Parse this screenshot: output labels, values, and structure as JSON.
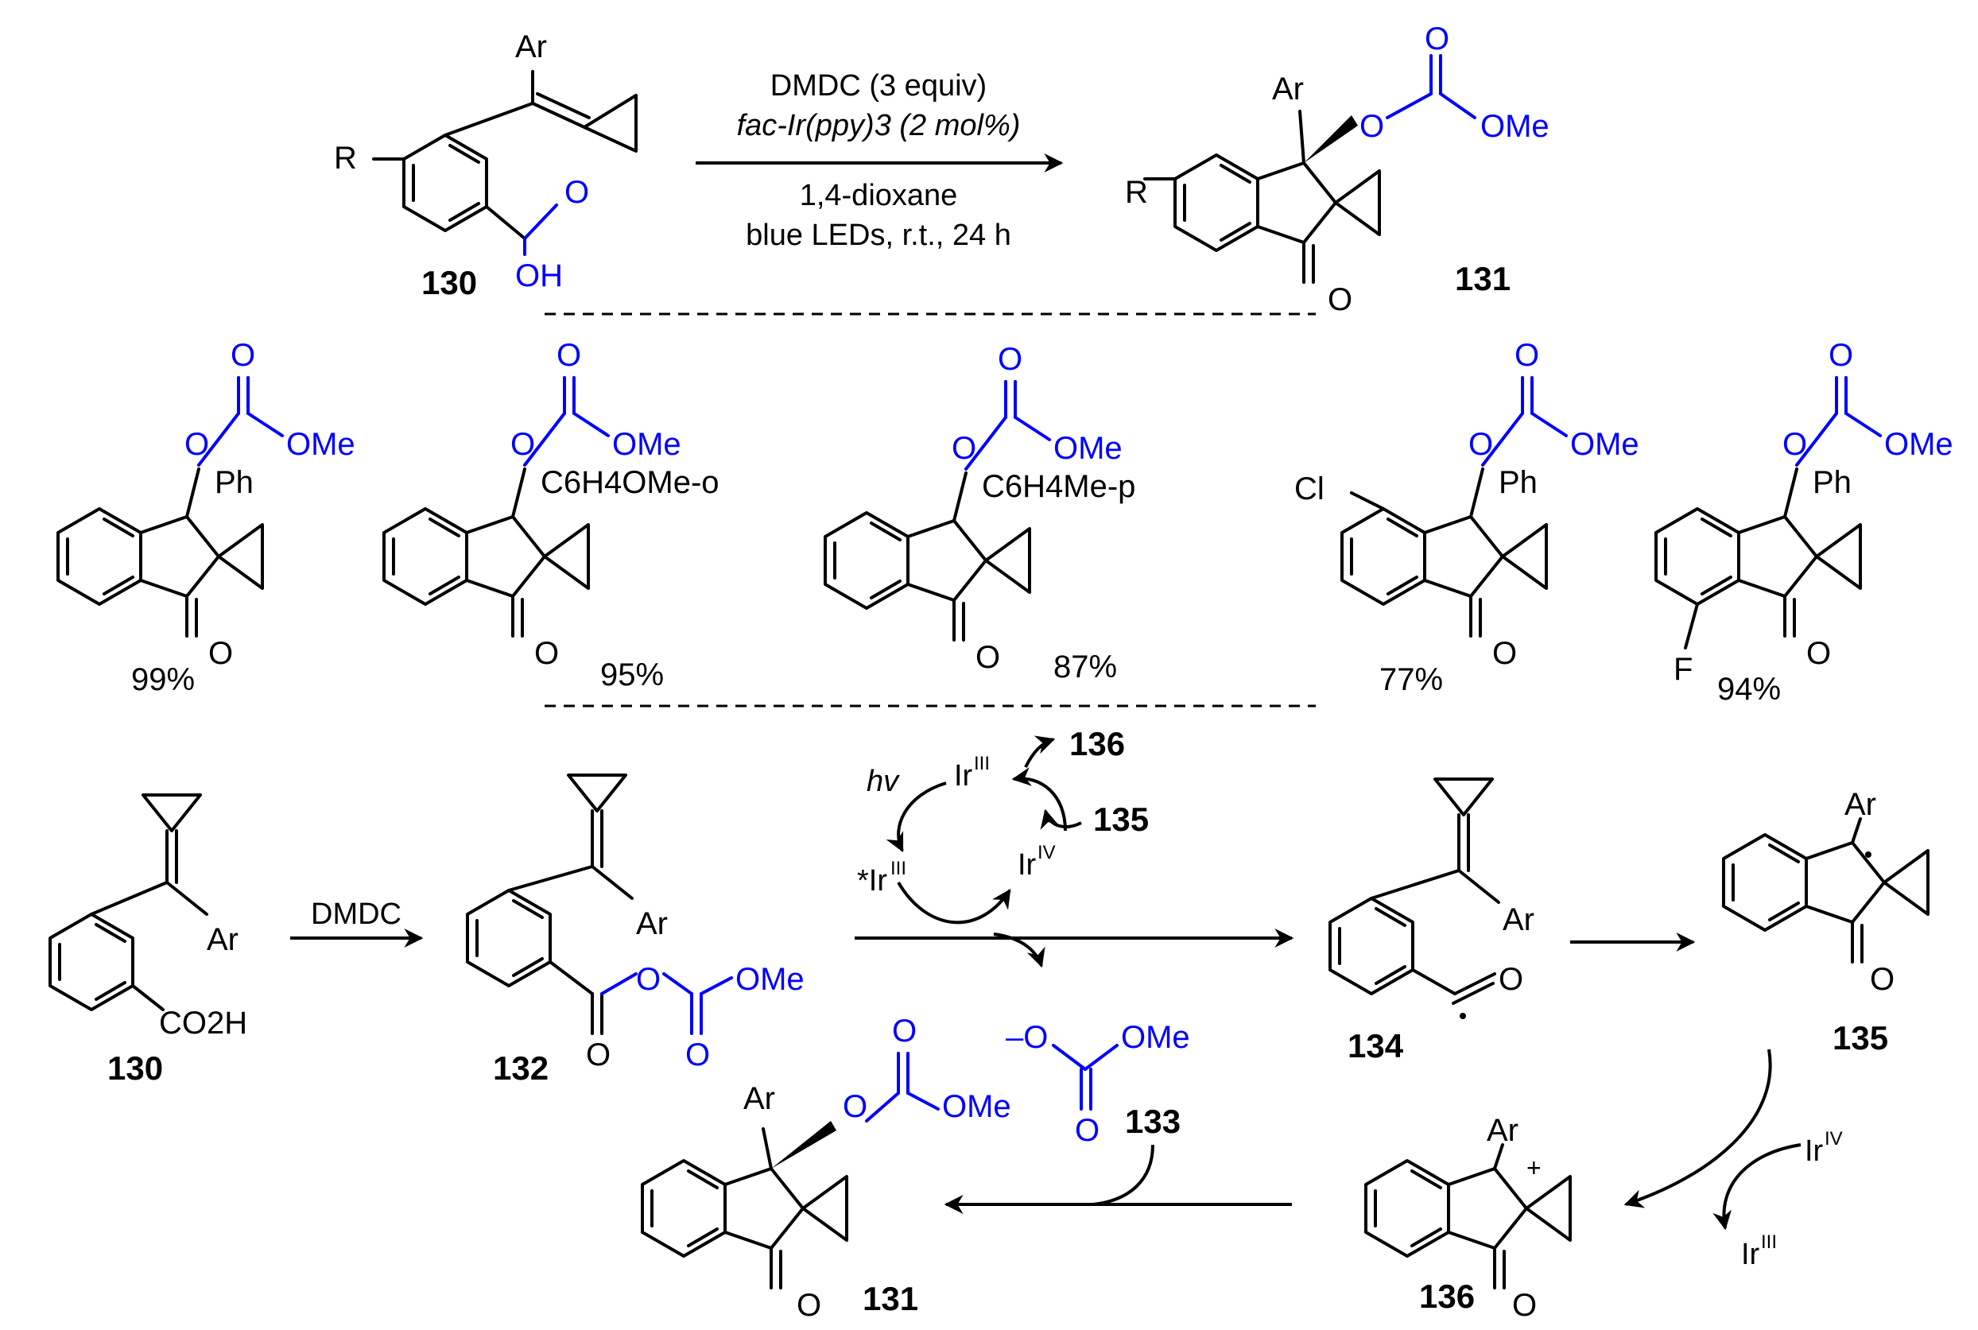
{
  "colors": {
    "ink": "#000000",
    "highlight": "#0000FF",
    "background": "#FFFFFF"
  },
  "reaction": {
    "reagents": [
      "DMDC (3 equiv)",
      "fac-Ir(ppy)3 (2 mol%)"
    ],
    "conditions": [
      "1,4-dioxane",
      "blue LEDs, r.t., 24 h"
    ],
    "substrate": {
      "id": "130",
      "substituent": "R",
      "aryl": "Ar",
      "acid_O": "O",
      "acid_OH": "OH"
    },
    "product": {
      "id": "131",
      "substituent": "R",
      "aryl": "Ar",
      "carbonate_O": "O",
      "carbonate_Me": "OMe",
      "ketone_O": "O"
    }
  },
  "examples": [
    {
      "aryl": "Ph",
      "extra": "",
      "yield": "99%"
    },
    {
      "aryl": "C6H4OMe-o",
      "extra": "",
      "yield": "95%"
    },
    {
      "aryl": "C6H4Me-p",
      "extra": "",
      "yield": "87%"
    },
    {
      "aryl": "Ph",
      "extra": "Cl",
      "yield": "77%"
    },
    {
      "aryl": "Ph",
      "extra": "F",
      "yield": "94%"
    }
  ],
  "mechanism": {
    "reagent": "DMDC",
    "cycle": {
      "light": "hv",
      "ground": "Ir",
      "excited": "*Ir",
      "oxidized": "Ir",
      "sup3": "III",
      "sup4": "IV"
    },
    "compounds": {
      "c130": {
        "id": "130",
        "aryl": "Ar",
        "acid": "CO2H"
      },
      "c132": {
        "id": "132",
        "aryl": "Ar",
        "O": "O",
        "OMe": "OMe"
      },
      "c133": {
        "id": "133",
        "anion": "–O",
        "OMe": "OMe",
        "O": "O"
      },
      "c134": {
        "id": "134",
        "aryl": "Ar",
        "O": "O"
      },
      "c135": {
        "id": "135",
        "aryl": "Ar",
        "O": "O"
      },
      "c136": {
        "id": "136",
        "aryl": "Ar",
        "charge": "+",
        "O": "O"
      },
      "c131": {
        "id": "131",
        "aryl": "Ar",
        "O": "O",
        "OMe": "OMe"
      }
    },
    "cycle_labels": {
      "in": "135",
      "out": "136"
    },
    "side_oxidation": {
      "from": "Ir",
      "to": "Ir",
      "sup_from": "IV",
      "sup_to": "III"
    }
  }
}
